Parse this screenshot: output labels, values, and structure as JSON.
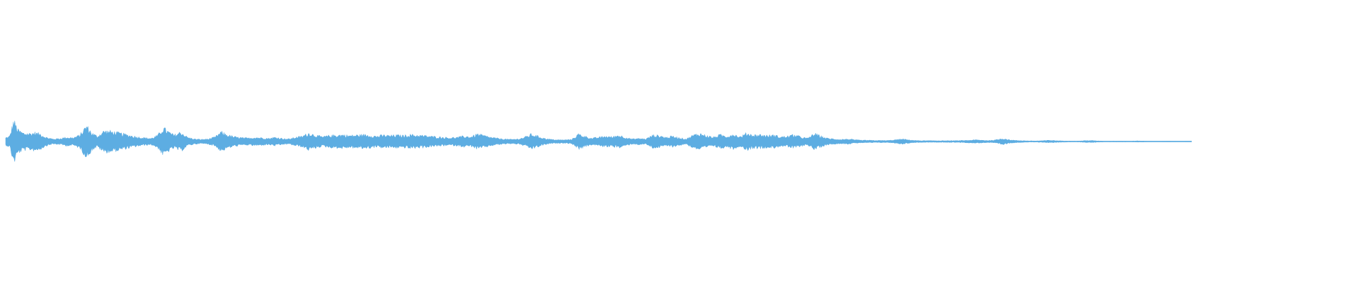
{
  "waveform": {
    "color": "#5dade2",
    "background": "#ffffff",
    "duration_fraction_with_audio": 0.88,
    "segments": [
      [
        0.0,
        0.18
      ],
      [
        0.003,
        0.25
      ],
      [
        0.006,
        1.0
      ],
      [
        0.009,
        0.55
      ],
      [
        0.013,
        0.4
      ],
      [
        0.018,
        0.38
      ],
      [
        0.022,
        0.42
      ],
      [
        0.026,
        0.35
      ],
      [
        0.03,
        0.2
      ],
      [
        0.035,
        0.12
      ],
      [
        0.04,
        0.14
      ],
      [
        0.045,
        0.2
      ],
      [
        0.05,
        0.18
      ],
      [
        0.055,
        0.3
      ],
      [
        0.06,
        0.75
      ],
      [
        0.064,
        0.4
      ],
      [
        0.068,
        0.25
      ],
      [
        0.073,
        0.5
      ],
      [
        0.078,
        0.48
      ],
      [
        0.083,
        0.42
      ],
      [
        0.088,
        0.35
      ],
      [
        0.093,
        0.28
      ],
      [
        0.098,
        0.22
      ],
      [
        0.103,
        0.18
      ],
      [
        0.108,
        0.15
      ],
      [
        0.113,
        0.3
      ],
      [
        0.117,
        0.65
      ],
      [
        0.121,
        0.45
      ],
      [
        0.125,
        0.3
      ],
      [
        0.13,
        0.45
      ],
      [
        0.135,
        0.2
      ],
      [
        0.14,
        0.12
      ],
      [
        0.145,
        0.1
      ],
      [
        0.15,
        0.12
      ],
      [
        0.155,
        0.2
      ],
      [
        0.16,
        0.45
      ],
      [
        0.165,
        0.3
      ],
      [
        0.17,
        0.22
      ],
      [
        0.175,
        0.18
      ],
      [
        0.18,
        0.16
      ],
      [
        0.185,
        0.2
      ],
      [
        0.19,
        0.18
      ],
      [
        0.195,
        0.15
      ],
      [
        0.2,
        0.2
      ],
      [
        0.205,
        0.15
      ],
      [
        0.21,
        0.12
      ],
      [
        0.215,
        0.2
      ],
      [
        0.22,
        0.25
      ],
      [
        0.225,
        0.4
      ],
      [
        0.23,
        0.3
      ],
      [
        0.235,
        0.22
      ],
      [
        0.24,
        0.28
      ],
      [
        0.245,
        0.3
      ],
      [
        0.25,
        0.32
      ],
      [
        0.255,
        0.28
      ],
      [
        0.26,
        0.3
      ],
      [
        0.265,
        0.32
      ],
      [
        0.27,
        0.3
      ],
      [
        0.275,
        0.25
      ],
      [
        0.28,
        0.3
      ],
      [
        0.285,
        0.28
      ],
      [
        0.29,
        0.3
      ],
      [
        0.295,
        0.28
      ],
      [
        0.3,
        0.32
      ],
      [
        0.305,
        0.3
      ],
      [
        0.31,
        0.28
      ],
      [
        0.315,
        0.25
      ],
      [
        0.32,
        0.22
      ],
      [
        0.325,
        0.2
      ],
      [
        0.33,
        0.18
      ],
      [
        0.335,
        0.2
      ],
      [
        0.34,
        0.25
      ],
      [
        0.345,
        0.22
      ],
      [
        0.35,
        0.35
      ],
      [
        0.355,
        0.28
      ],
      [
        0.36,
        0.2
      ],
      [
        0.365,
        0.15
      ],
      [
        0.37,
        0.12
      ],
      [
        0.375,
        0.1
      ],
      [
        0.38,
        0.12
      ],
      [
        0.385,
        0.2
      ],
      [
        0.39,
        0.35
      ],
      [
        0.395,
        0.25
      ],
      [
        0.4,
        0.15
      ],
      [
        0.405,
        0.1
      ],
      [
        0.41,
        0.08
      ],
      [
        0.415,
        0.08
      ],
      [
        0.42,
        0.1
      ],
      [
        0.425,
        0.35
      ],
      [
        0.43,
        0.25
      ],
      [
        0.435,
        0.15
      ],
      [
        0.44,
        0.2
      ],
      [
        0.445,
        0.25
      ],
      [
        0.45,
        0.22
      ],
      [
        0.455,
        0.3
      ],
      [
        0.46,
        0.2
      ],
      [
        0.465,
        0.12
      ],
      [
        0.47,
        0.15
      ],
      [
        0.475,
        0.12
      ],
      [
        0.48,
        0.3
      ],
      [
        0.485,
        0.28
      ],
      [
        0.49,
        0.2
      ],
      [
        0.495,
        0.25
      ],
      [
        0.5,
        0.18
      ],
      [
        0.505,
        0.12
      ],
      [
        0.51,
        0.3
      ],
      [
        0.515,
        0.38
      ],
      [
        0.52,
        0.28
      ],
      [
        0.525,
        0.2
      ],
      [
        0.53,
        0.32
      ],
      [
        0.535,
        0.25
      ],
      [
        0.54,
        0.35
      ],
      [
        0.545,
        0.22
      ],
      [
        0.55,
        0.4
      ],
      [
        0.555,
        0.3
      ],
      [
        0.56,
        0.32
      ],
      [
        0.565,
        0.28
      ],
      [
        0.57,
        0.3
      ],
      [
        0.575,
        0.22
      ],
      [
        0.58,
        0.25
      ],
      [
        0.585,
        0.32
      ],
      [
        0.59,
        0.22
      ],
      [
        0.595,
        0.15
      ],
      [
        0.6,
        0.38
      ],
      [
        0.605,
        0.25
      ],
      [
        0.61,
        0.15
      ],
      [
        0.615,
        0.12
      ],
      [
        0.62,
        0.1
      ],
      [
        0.625,
        0.12
      ],
      [
        0.63,
        0.08
      ],
      [
        0.635,
        0.06
      ],
      [
        0.64,
        0.06
      ],
      [
        0.645,
        0.05
      ],
      [
        0.65,
        0.05
      ],
      [
        0.655,
        0.05
      ],
      [
        0.66,
        0.08
      ],
      [
        0.665,
        0.12
      ],
      [
        0.67,
        0.08
      ],
      [
        0.675,
        0.05
      ],
      [
        0.68,
        0.04
      ],
      [
        0.685,
        0.04
      ],
      [
        0.69,
        0.04
      ],
      [
        0.695,
        0.04
      ],
      [
        0.7,
        0.04
      ],
      [
        0.705,
        0.04
      ],
      [
        0.71,
        0.05
      ],
      [
        0.715,
        0.06
      ],
      [
        0.72,
        0.08
      ],
      [
        0.725,
        0.06
      ],
      [
        0.73,
        0.05
      ],
      [
        0.735,
        0.08
      ],
      [
        0.74,
        0.15
      ],
      [
        0.745,
        0.08
      ],
      [
        0.75,
        0.05
      ],
      [
        0.755,
        0.04
      ],
      [
        0.76,
        0.03
      ],
      [
        0.765,
        0.03
      ],
      [
        0.77,
        0.04
      ],
      [
        0.775,
        0.06
      ],
      [
        0.78,
        0.04
      ],
      [
        0.785,
        0.03
      ],
      [
        0.79,
        0.02
      ],
      [
        0.795,
        0.02
      ],
      [
        0.8,
        0.04
      ],
      [
        0.805,
        0.05
      ],
      [
        0.81,
        0.03
      ],
      [
        0.815,
        0.02
      ],
      [
        0.82,
        0.02
      ],
      [
        0.825,
        0.02
      ],
      [
        0.83,
        0.02
      ],
      [
        0.835,
        0.02
      ],
      [
        0.84,
        0.03
      ],
      [
        0.845,
        0.02
      ],
      [
        0.85,
        0.015
      ],
      [
        0.855,
        0.015
      ],
      [
        0.86,
        0.015
      ],
      [
        0.865,
        0.01
      ],
      [
        0.87,
        0.01
      ],
      [
        0.875,
        0.005
      ],
      [
        0.88,
        0.0
      ]
    ]
  }
}
